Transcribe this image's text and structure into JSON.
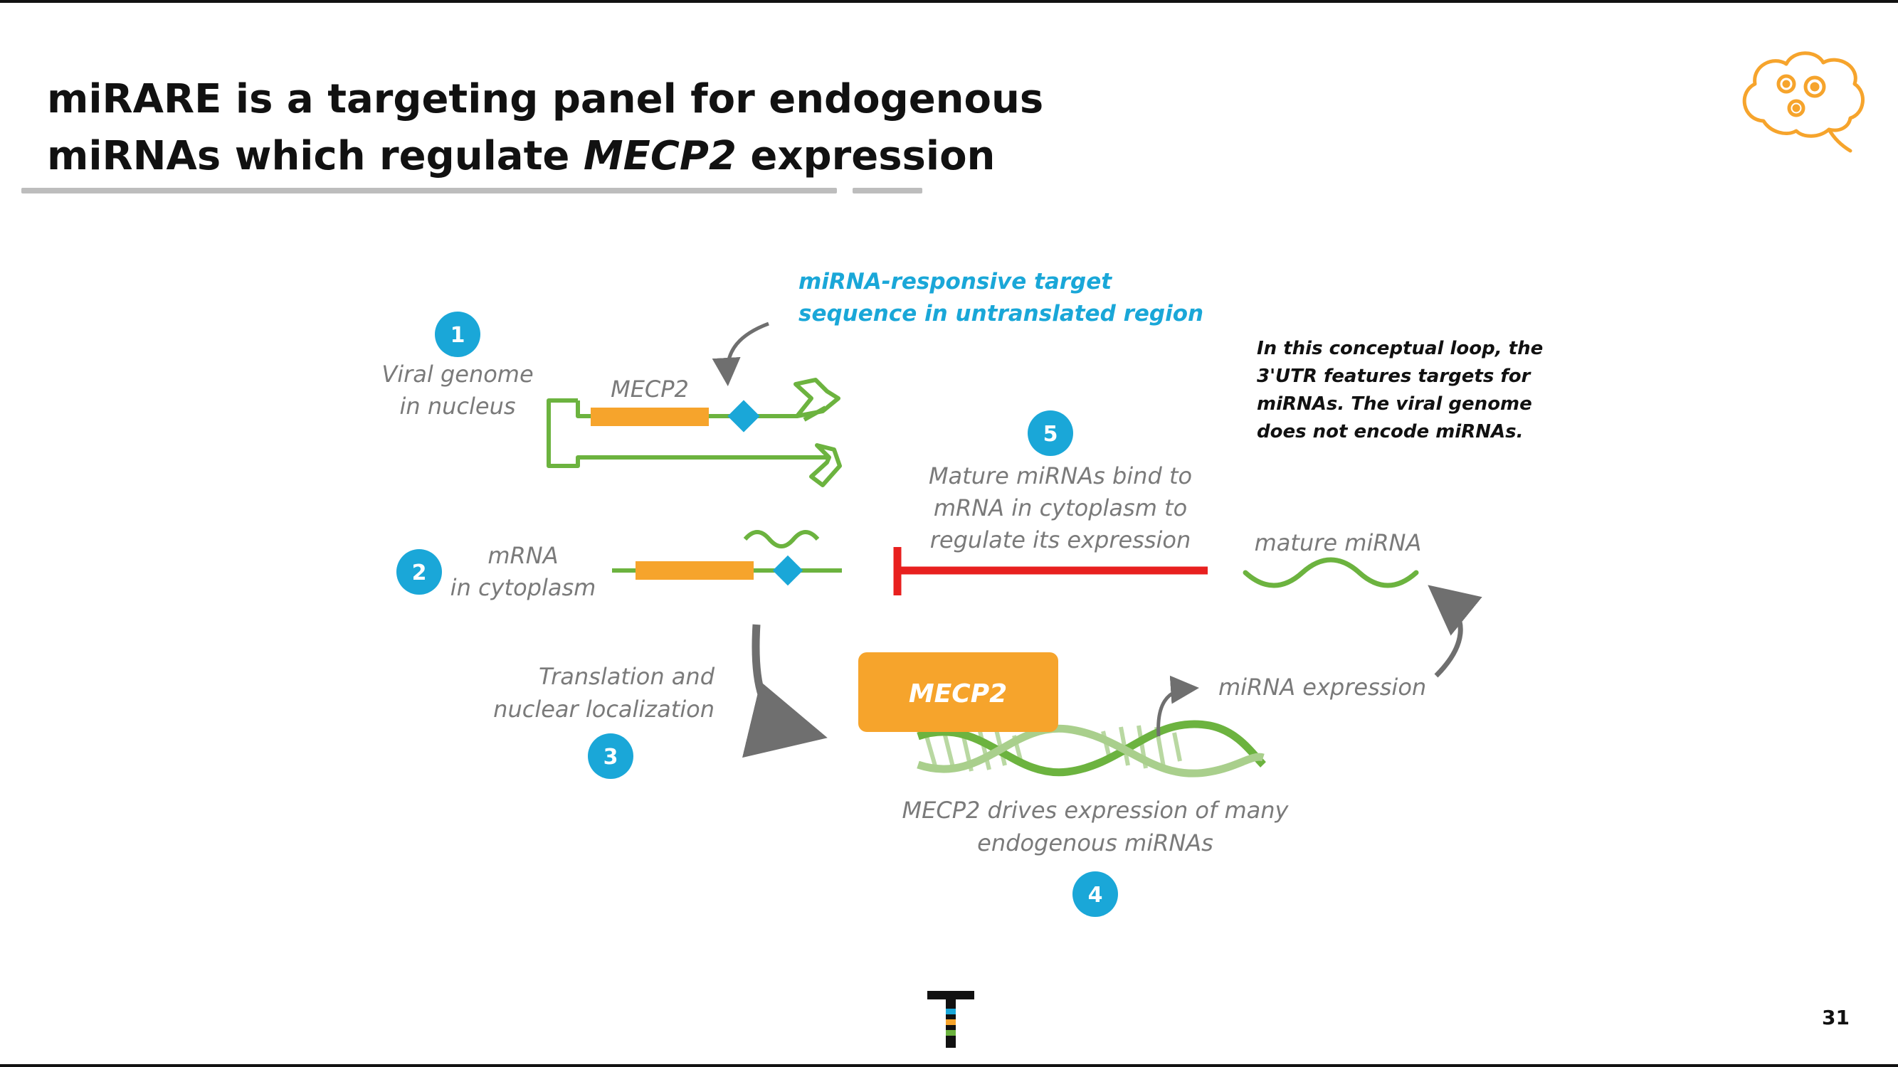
{
  "slide": {
    "title_line1": "miRARE is a targeting panel for endogenous",
    "title_line2_prefix": "miRNAs which regulate ",
    "title_line2_emphasis": "MECP2",
    "title_line2_suffix": " expression",
    "page_number": "31"
  },
  "diagram": {
    "target_callout": [
      "miRNA-responsive target",
      "sequence in untranslated region"
    ],
    "steps": [
      {
        "number": "1",
        "label": [
          "Viral genome",
          "in nucleus"
        ]
      },
      {
        "number": "2",
        "label": [
          "mRNA",
          "in cytoplasm"
        ]
      },
      {
        "number": "3",
        "label": [
          "Translation and",
          "nuclear localization"
        ]
      },
      {
        "number": "4",
        "label": [
          "MECP2 drives expression of  many",
          "endogenous  miRNAs"
        ]
      },
      {
        "number": "5",
        "label": [
          "Mature miRNAs bind to",
          "mRNA in cytoplasm to",
          "regulate its expression"
        ]
      }
    ],
    "gene_label": "MECP2",
    "protein_label": "MECP2",
    "mature_mirna_label": "mature miRNA",
    "mirna_expression_label": "miRNA expression",
    "note": [
      "In this conceptual loop, the",
      "3'UTR features targets for",
      "miRNAs. The viral genome",
      "does not encode miRNAs."
    ]
  },
  "colors": {
    "step_circle": "#1aa7d8",
    "gene_bar": "#f6a42c",
    "genome_line": "#6cb33f",
    "target_diamond": "#1aa7d8",
    "inhibition": "#e8201f",
    "arrows": "#6f6f6f",
    "brain_icon": "#f6a42c"
  },
  "icons": [
    "brain-gears-icon",
    "logo-t-icon"
  ]
}
